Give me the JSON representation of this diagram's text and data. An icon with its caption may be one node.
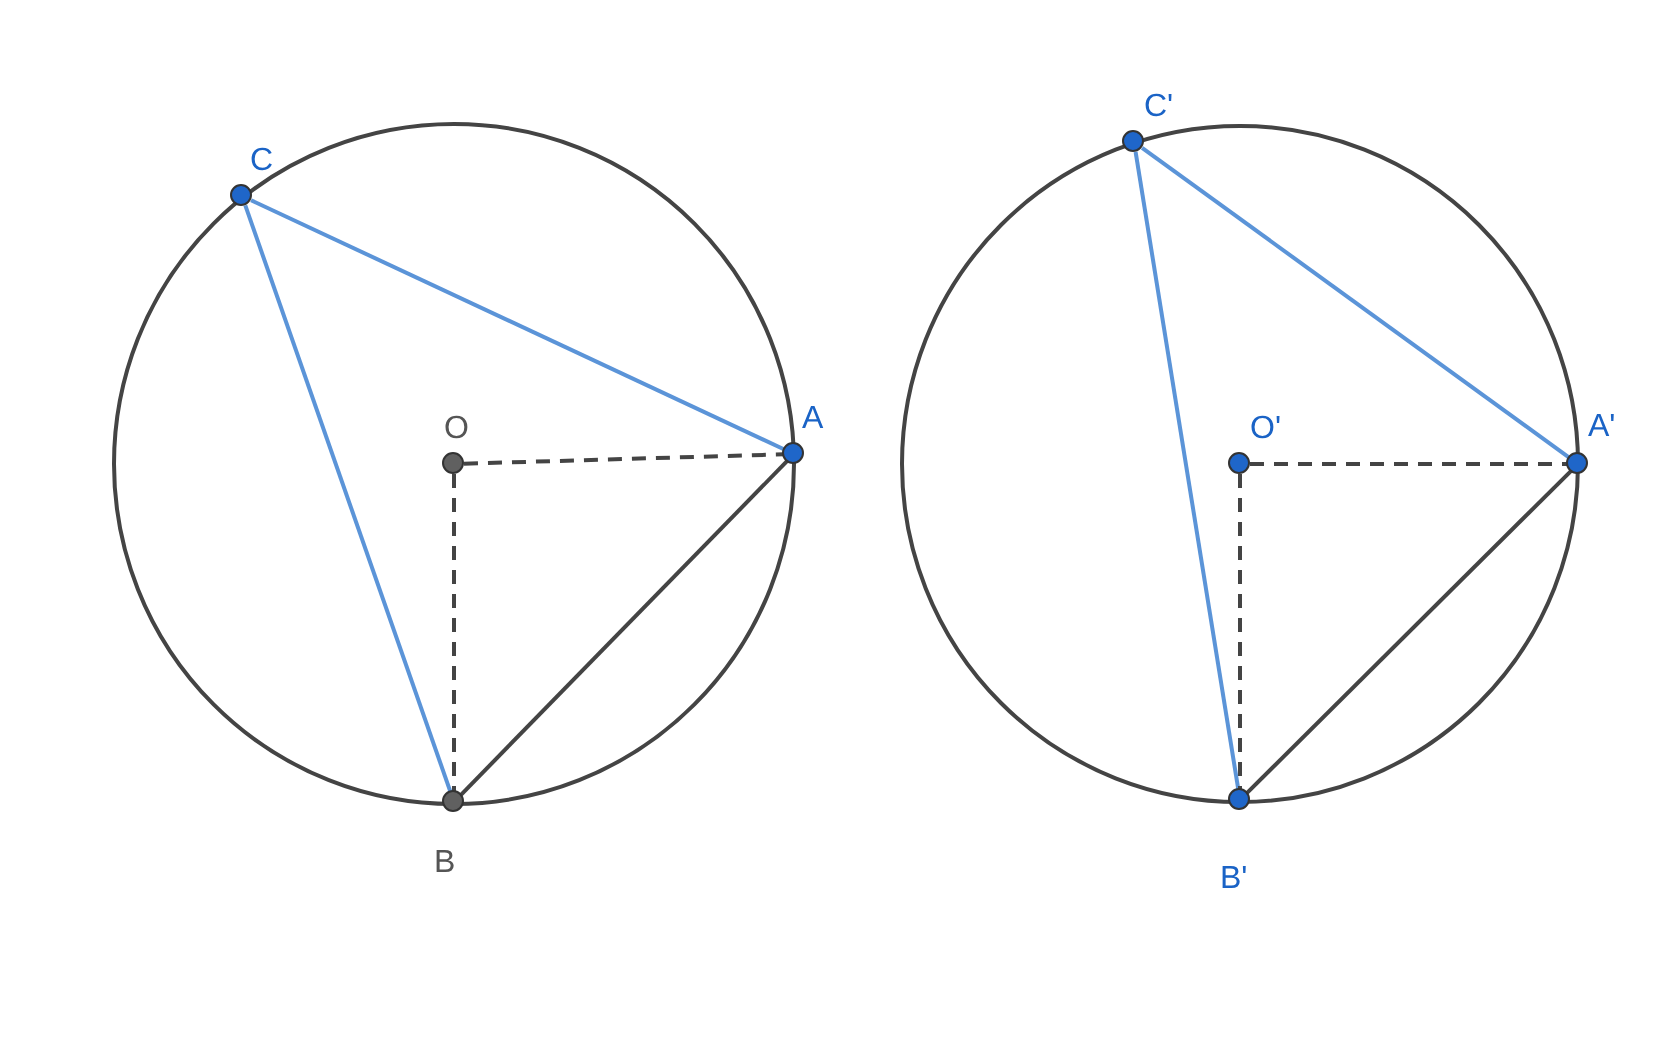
{
  "diagram": {
    "nodes": [
      {
        "text": [
          "C"
        ]
      },
      {
        "text": [
          "O"
        ]
      },
      {
        "text": [
          "A"
        ]
      },
      {
        "text": [
          "B"
        ]
      },
      {
        "text": [
          "C'"
        ]
      },
      {
        "text": [
          "O'"
        ]
      },
      {
        "text": [
          "A'"
        ]
      },
      {
        "text": [
          "B'"
        ]
      }
    ],
    "edges": [
      {
        "from": 0,
        "to": 2,
        "arrow": "none",
        "color": "#5b94d8"
      },
      {
        "from": 0,
        "to": 3,
        "arrow": "none",
        "color": "#5b94d8"
      },
      {
        "from": 3,
        "to": 2,
        "arrow": "none"
      },
      {
        "from": 1,
        "to": 2,
        "arrow": "none",
        "style": "dashed"
      },
      {
        "from": 1,
        "to": 3,
        "arrow": "none",
        "style": "dashed"
      },
      {
        "from": 4,
        "to": 6,
        "arrow": "none",
        "color": "#5b94d8"
      },
      {
        "from": 4,
        "to": 7,
        "arrow": "none",
        "color": "#5b94d8"
      },
      {
        "from": 7,
        "to": 6,
        "arrow": "none"
      },
      {
        "from": 5,
        "to": 6,
        "arrow": "none",
        "style": "dashed"
      },
      {
        "from": 5,
        "to": 7,
        "arrow": "none",
        "style": "dashed"
      }
    ]
  }
}
